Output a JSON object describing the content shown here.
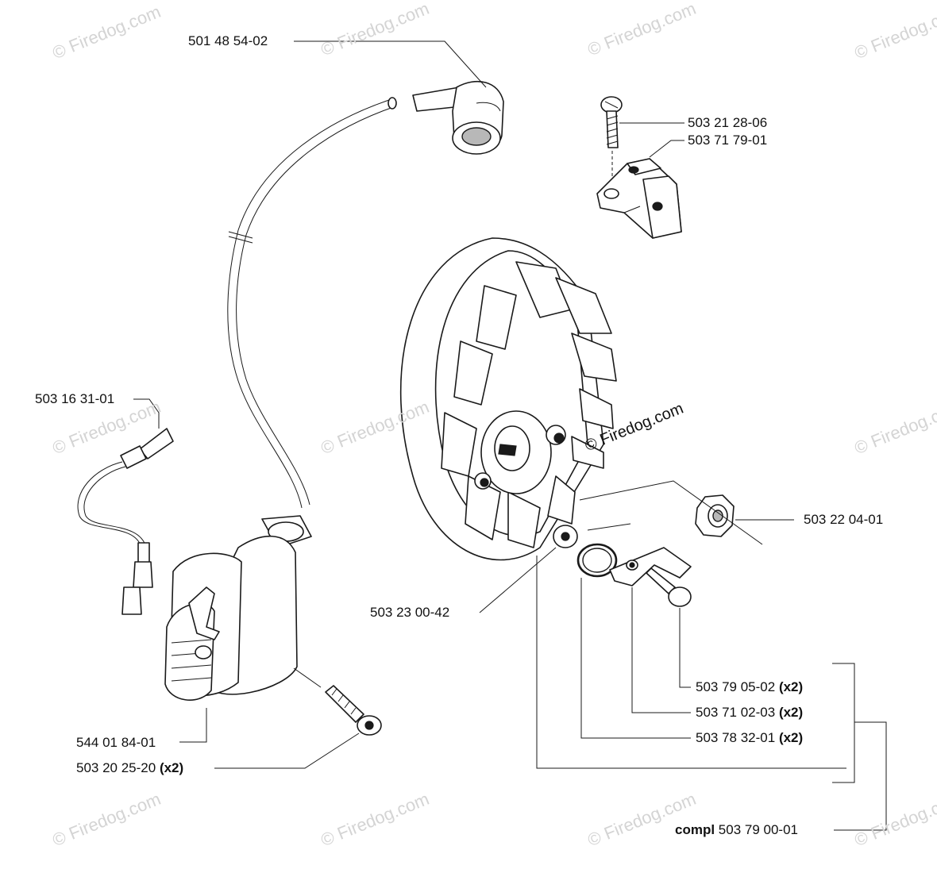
{
  "watermark": {
    "text": "© Firedog.com",
    "overlay_text": "© Firedog.com"
  },
  "parts": [
    {
      "id": "spark_plug_cap",
      "part_number": "501 48 54-02",
      "qty": ""
    },
    {
      "id": "screw_top",
      "part_number": "503 21 28-06",
      "qty": ""
    },
    {
      "id": "switch_block",
      "part_number": "503 71 79-01",
      "qty": ""
    },
    {
      "id": "short_wire",
      "part_number": "503 16 31-01",
      "qty": ""
    },
    {
      "id": "nut",
      "part_number": "503 22 04-01",
      "qty": ""
    },
    {
      "id": "washer",
      "part_number": "503 23 00-42",
      "qty": ""
    },
    {
      "id": "pawl_bolt",
      "part_number": "503 79 05-02",
      "qty": "(x2)"
    },
    {
      "id": "pawl",
      "part_number": "503 71 02-03",
      "qty": "(x2)"
    },
    {
      "id": "spring",
      "part_number": "503 78 32-01",
      "qty": "(x2)"
    },
    {
      "id": "ignition_module",
      "part_number": "544 01 84-01",
      "qty": ""
    },
    {
      "id": "module_screw",
      "part_number": "503 20 25-20",
      "qty": "(x2)"
    }
  ],
  "assembly": {
    "prefix": "compl",
    "part_number": "503 79 00-01"
  }
}
